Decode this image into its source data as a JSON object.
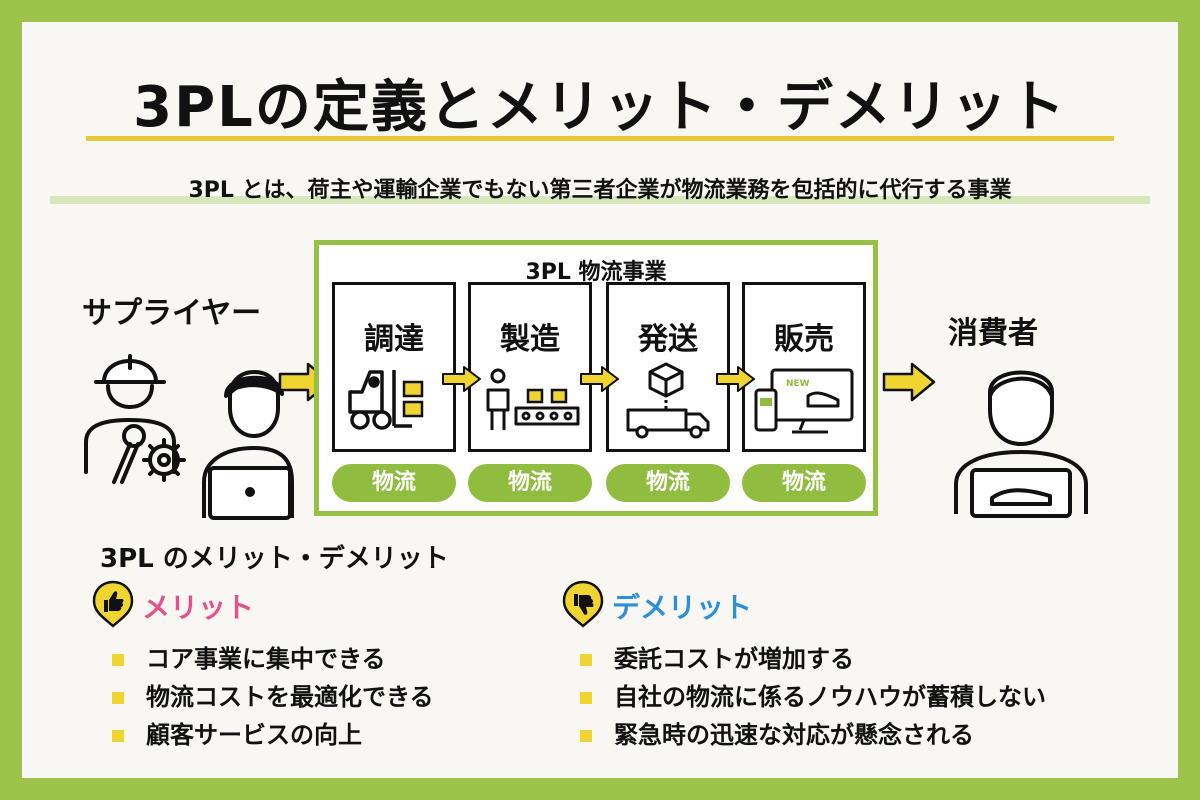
{
  "title": "3PLの定義とメリット・デメリット",
  "definition": "3PL とは、荷主や運輸企業でもない第三者企業が物流業務を包括的に代行する事業",
  "diagram": {
    "supplier_label": "サプライヤー",
    "consumer_label": "消費者",
    "business_title": "3PL 物流事業",
    "steps": [
      {
        "label": "調達",
        "tag": "物流",
        "icon": "forklift-icon"
      },
      {
        "label": "製造",
        "tag": "物流",
        "icon": "conveyor-worker-icon"
      },
      {
        "label": "発送",
        "tag": "物流",
        "icon": "delivery-truck-icon"
      },
      {
        "label": "販売",
        "tag": "物流",
        "icon": "online-store-icon"
      }
    ],
    "box_label": "NEW"
  },
  "pros_cons": {
    "section_title": "3PL のメリット・デメリット",
    "merits": {
      "label": "メリット",
      "icon": "thumbs-up-icon",
      "items": [
        "コア事業に集中できる",
        "物流コストを最適化できる",
        "顧客サービスの向上"
      ]
    },
    "demerits": {
      "label": "デメリット",
      "icon": "thumbs-down-icon",
      "items": [
        "委託コストが増加する",
        "自社の物流に係るノウハウが蓄積しない",
        "緊急時の迅速な対応が懸念される"
      ]
    }
  },
  "colors": {
    "frame_green": "#9bc24b",
    "pill_green": "#90bd3f",
    "accent_yellow": "#f0d430",
    "merit_pink": "#e8508a",
    "demerit_blue": "#2d8fd6"
  }
}
